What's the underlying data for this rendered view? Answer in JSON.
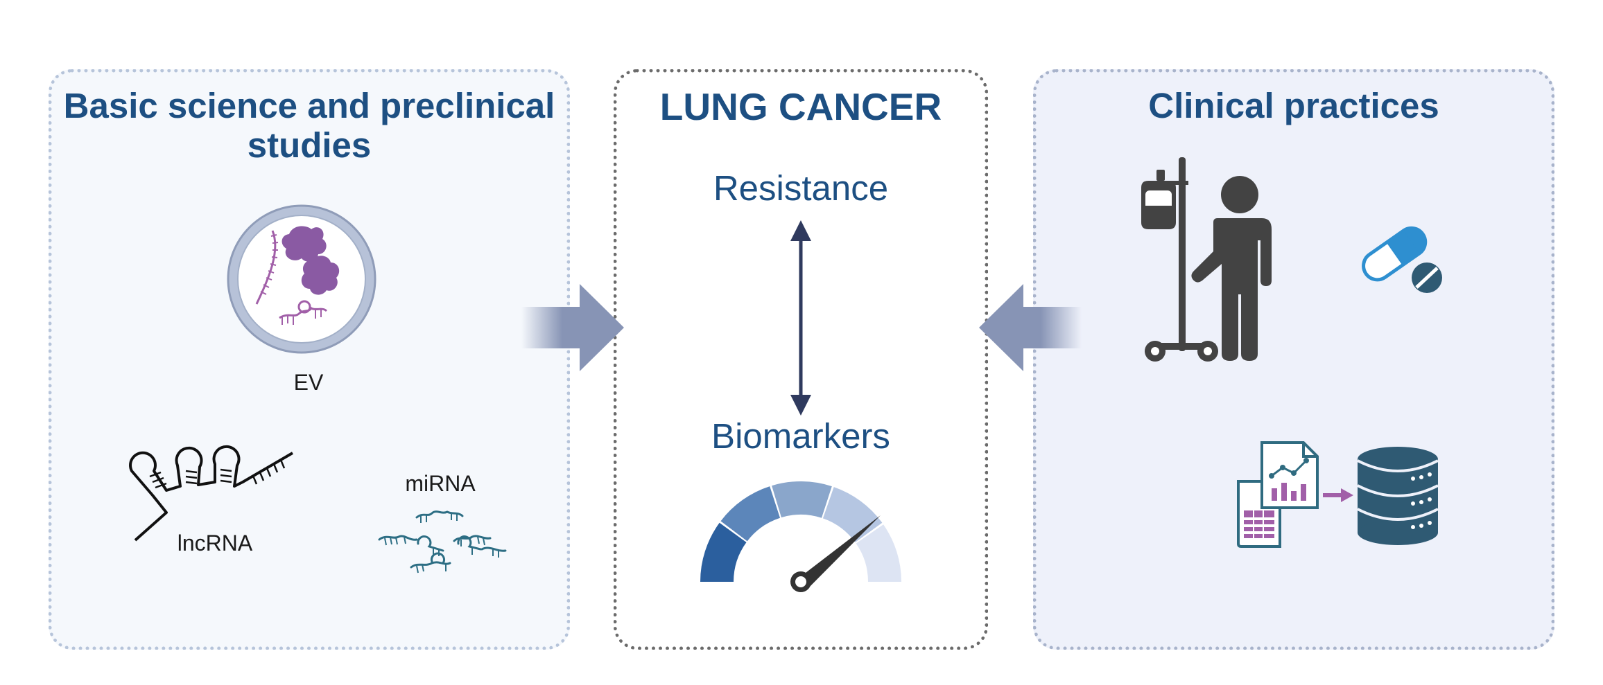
{
  "panels": {
    "left": {
      "title": "Basic science and preclinical studies"
    },
    "center": {
      "title": "LUNG CANCER"
    },
    "right": {
      "title": "Clinical practices"
    }
  },
  "labels": {
    "resistance": "Resistance",
    "biomarkers": "Biomarkers",
    "ev": "EV",
    "lncrna": "lncRNA",
    "mirna": "miRNA"
  },
  "icons": [
    "extracellular-vesicle-icon",
    "lncrna-icon",
    "mirna-icon",
    "double-arrow-icon",
    "gauge-icon",
    "patient-iv-drip-icon",
    "pill-capsule-icon",
    "data-to-database-icon"
  ],
  "colors": {
    "title": "#1d4f82",
    "left_panel_bg": "#f5f8fc",
    "right_panel_bg": "#eef1fa",
    "flow_arrow": "#8794b5",
    "icon_dark": "#434343",
    "molecule_purple": "#a15fa8",
    "mirna_teal": "#2d6e84",
    "database": "#2f5a73",
    "pill_blue": "#2e8fd0"
  }
}
